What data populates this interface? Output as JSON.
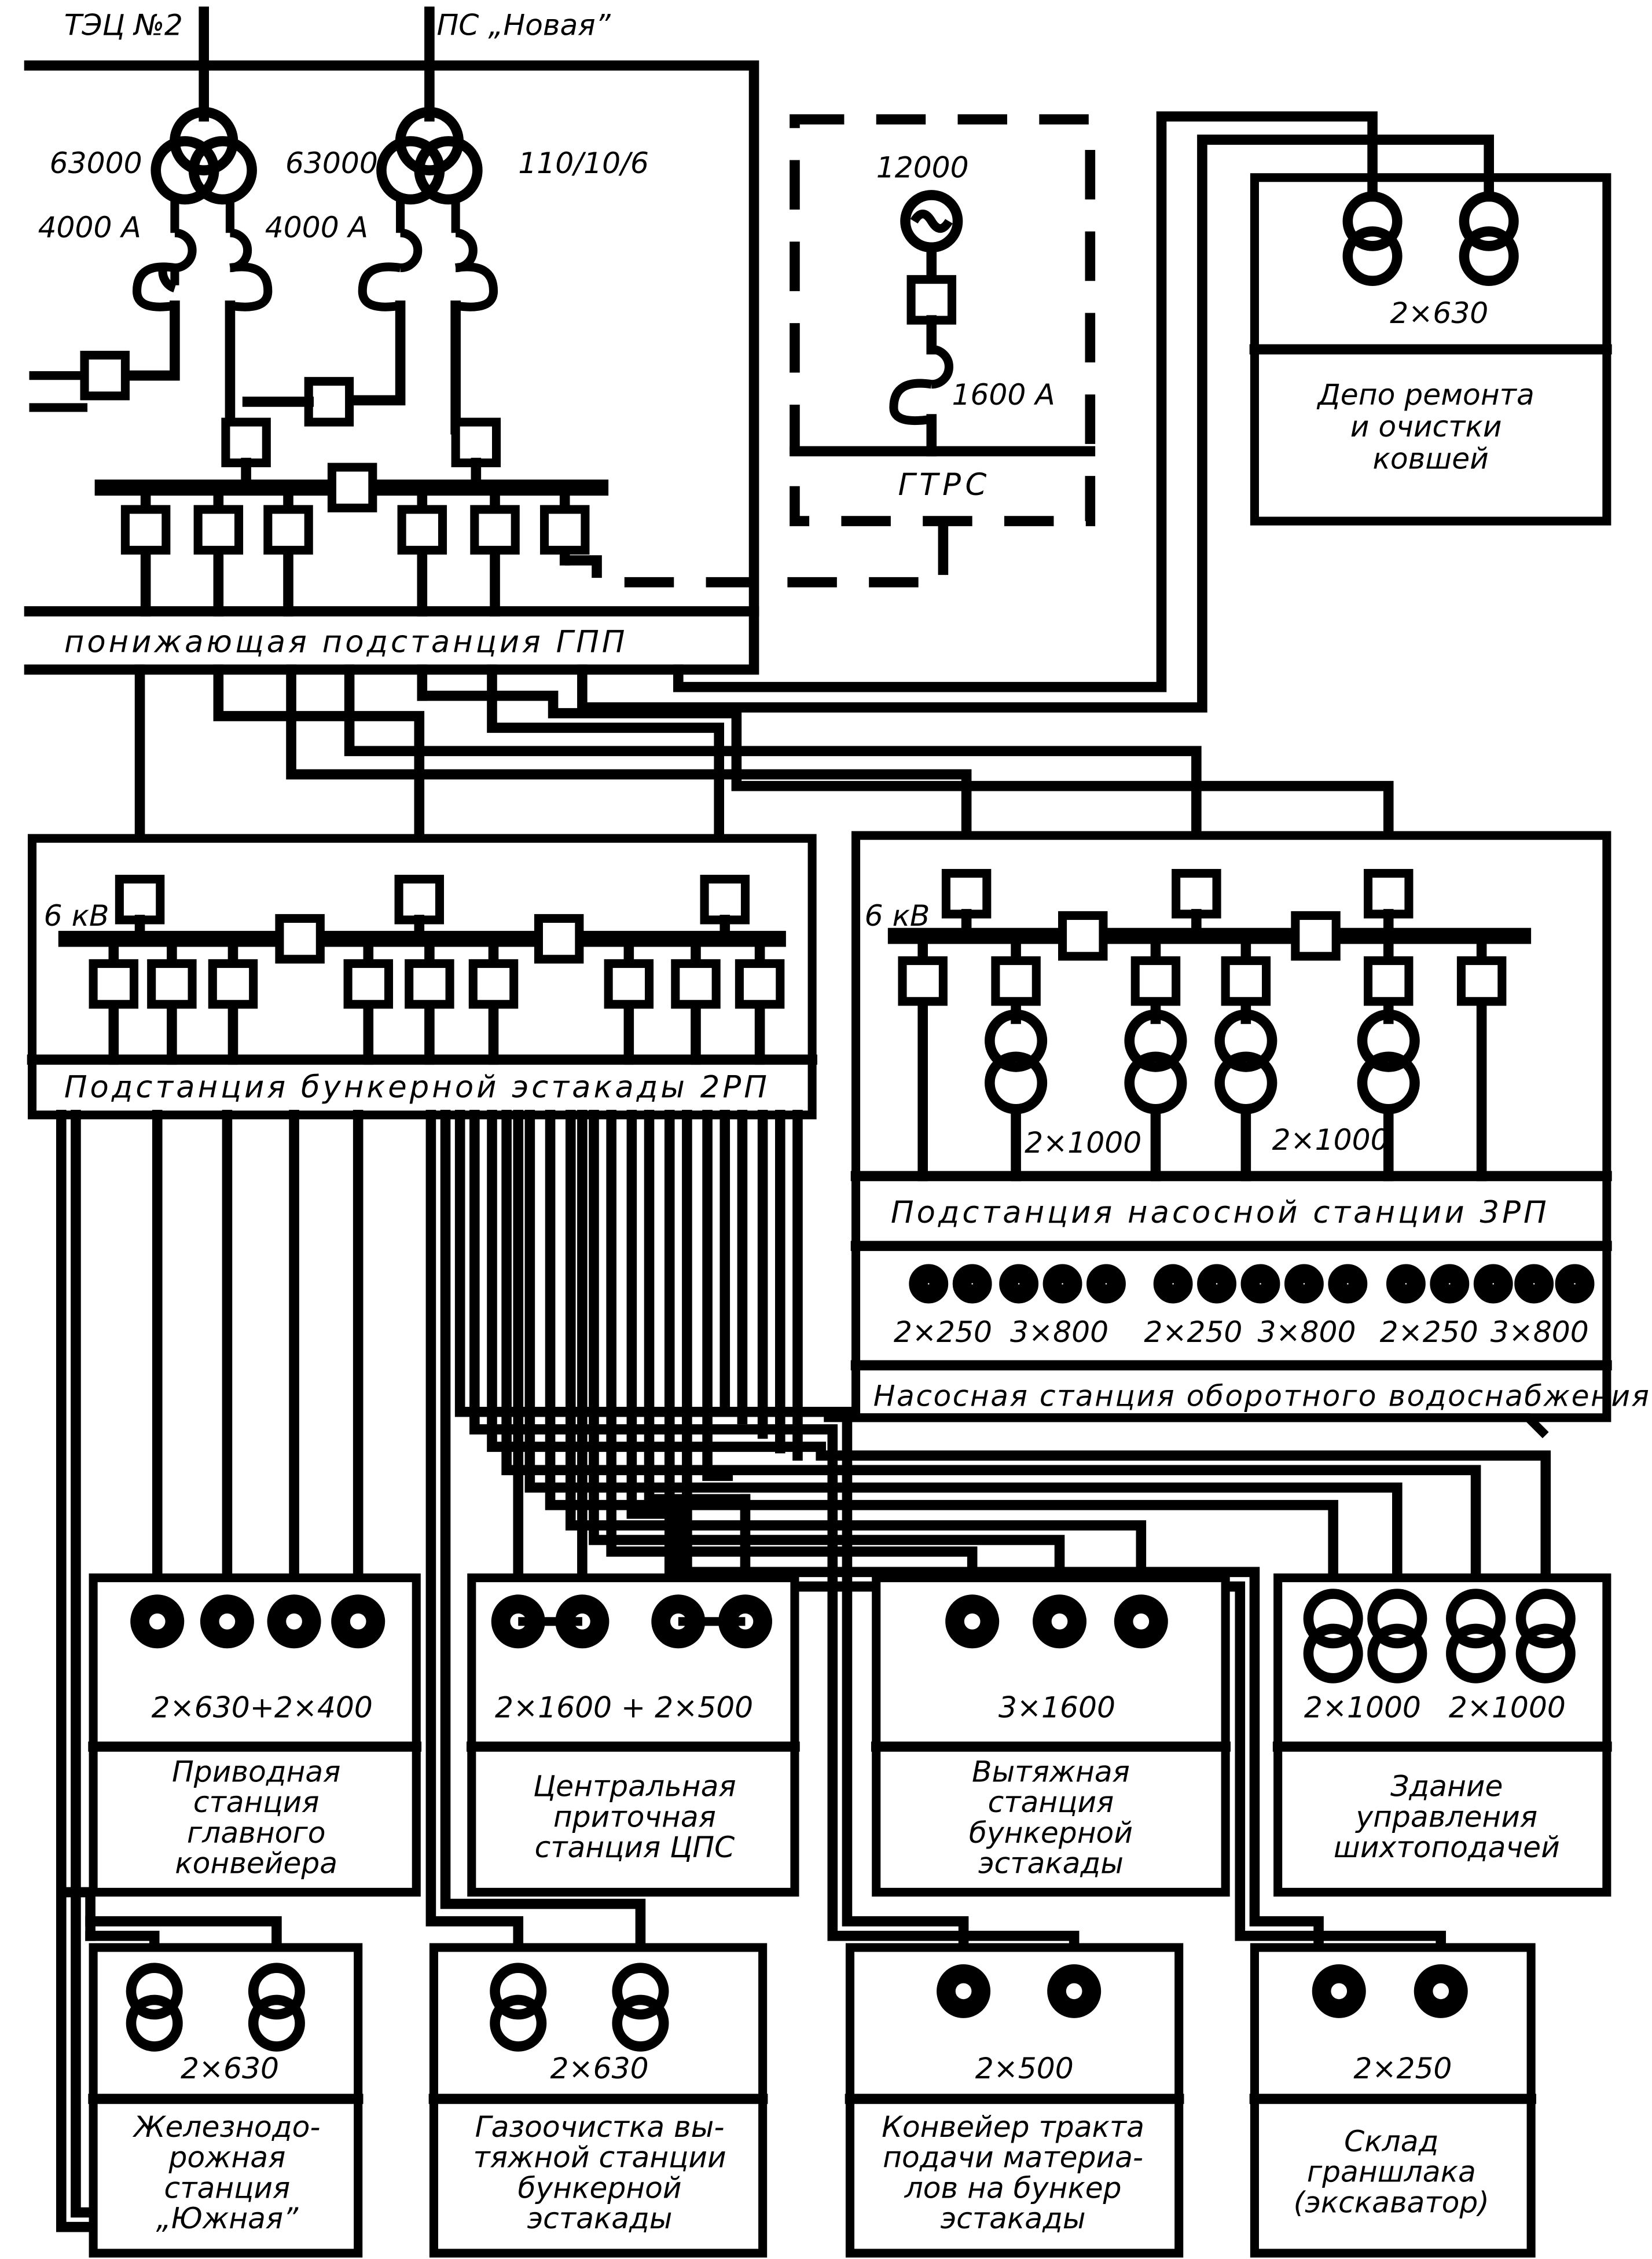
{
  "sources": {
    "tec2": "ТЭЦ №2",
    "ps_novaya": "ПС „Новая”"
  },
  "gpp": {
    "label": "понижающая подстанция ГПП",
    "t1_rating": "63000",
    "t2_rating": "63000",
    "t2_voltage": "110/10/6",
    "reactor1_current": "4000 А",
    "reactor2_current": "4000 А"
  },
  "gtrs": {
    "label": "ГТРС",
    "generator_rating": "12000",
    "reactor_current": "1600 А"
  },
  "depot": {
    "transformers": "2×630",
    "name": "Депо ремонта и очистки ковшей"
  },
  "rp2": {
    "voltage": "6 кВ",
    "label": "Подстанция бункерной эстакады 2РП"
  },
  "rp3": {
    "voltage": "6 кВ",
    "label": "Подстанция насосной станции 3РП",
    "transformers_left": "2×1000",
    "transformers_right": "2×1000"
  },
  "pump_station": {
    "motors": [
      "2×250",
      "3×800",
      "2×250",
      "3×800",
      "2×250",
      "3×800"
    ],
    "label": "Насосная станция оборотного водоснабжения"
  },
  "consumers_row1": [
    {
      "rating": "2×630+2×400",
      "name": "Приводная станция главного конвейера"
    },
    {
      "rating": "2×1600 + 2×500",
      "name": "Центральная приточная станция ЦПС"
    },
    {
      "rating": "3×1600",
      "name": "Вытяжная станция бункерной эстакады"
    },
    {
      "rating": "2×1000   2×1000",
      "name": "Здание управления шихтоподачей"
    }
  ],
  "consumers_row2": [
    {
      "rating": "2×630",
      "name": "Железнодорожная станция „Южная”"
    },
    {
      "rating": "2×630",
      "name": "Газоочистка вытяжной станции бункерной эстакады"
    },
    {
      "rating": "2×500",
      "name": "Конвейер тракта подачи материалов на бункер эстакады"
    },
    {
      "rating": "2×250",
      "name": "Склад граншлака (экскаватор)"
    }
  ]
}
